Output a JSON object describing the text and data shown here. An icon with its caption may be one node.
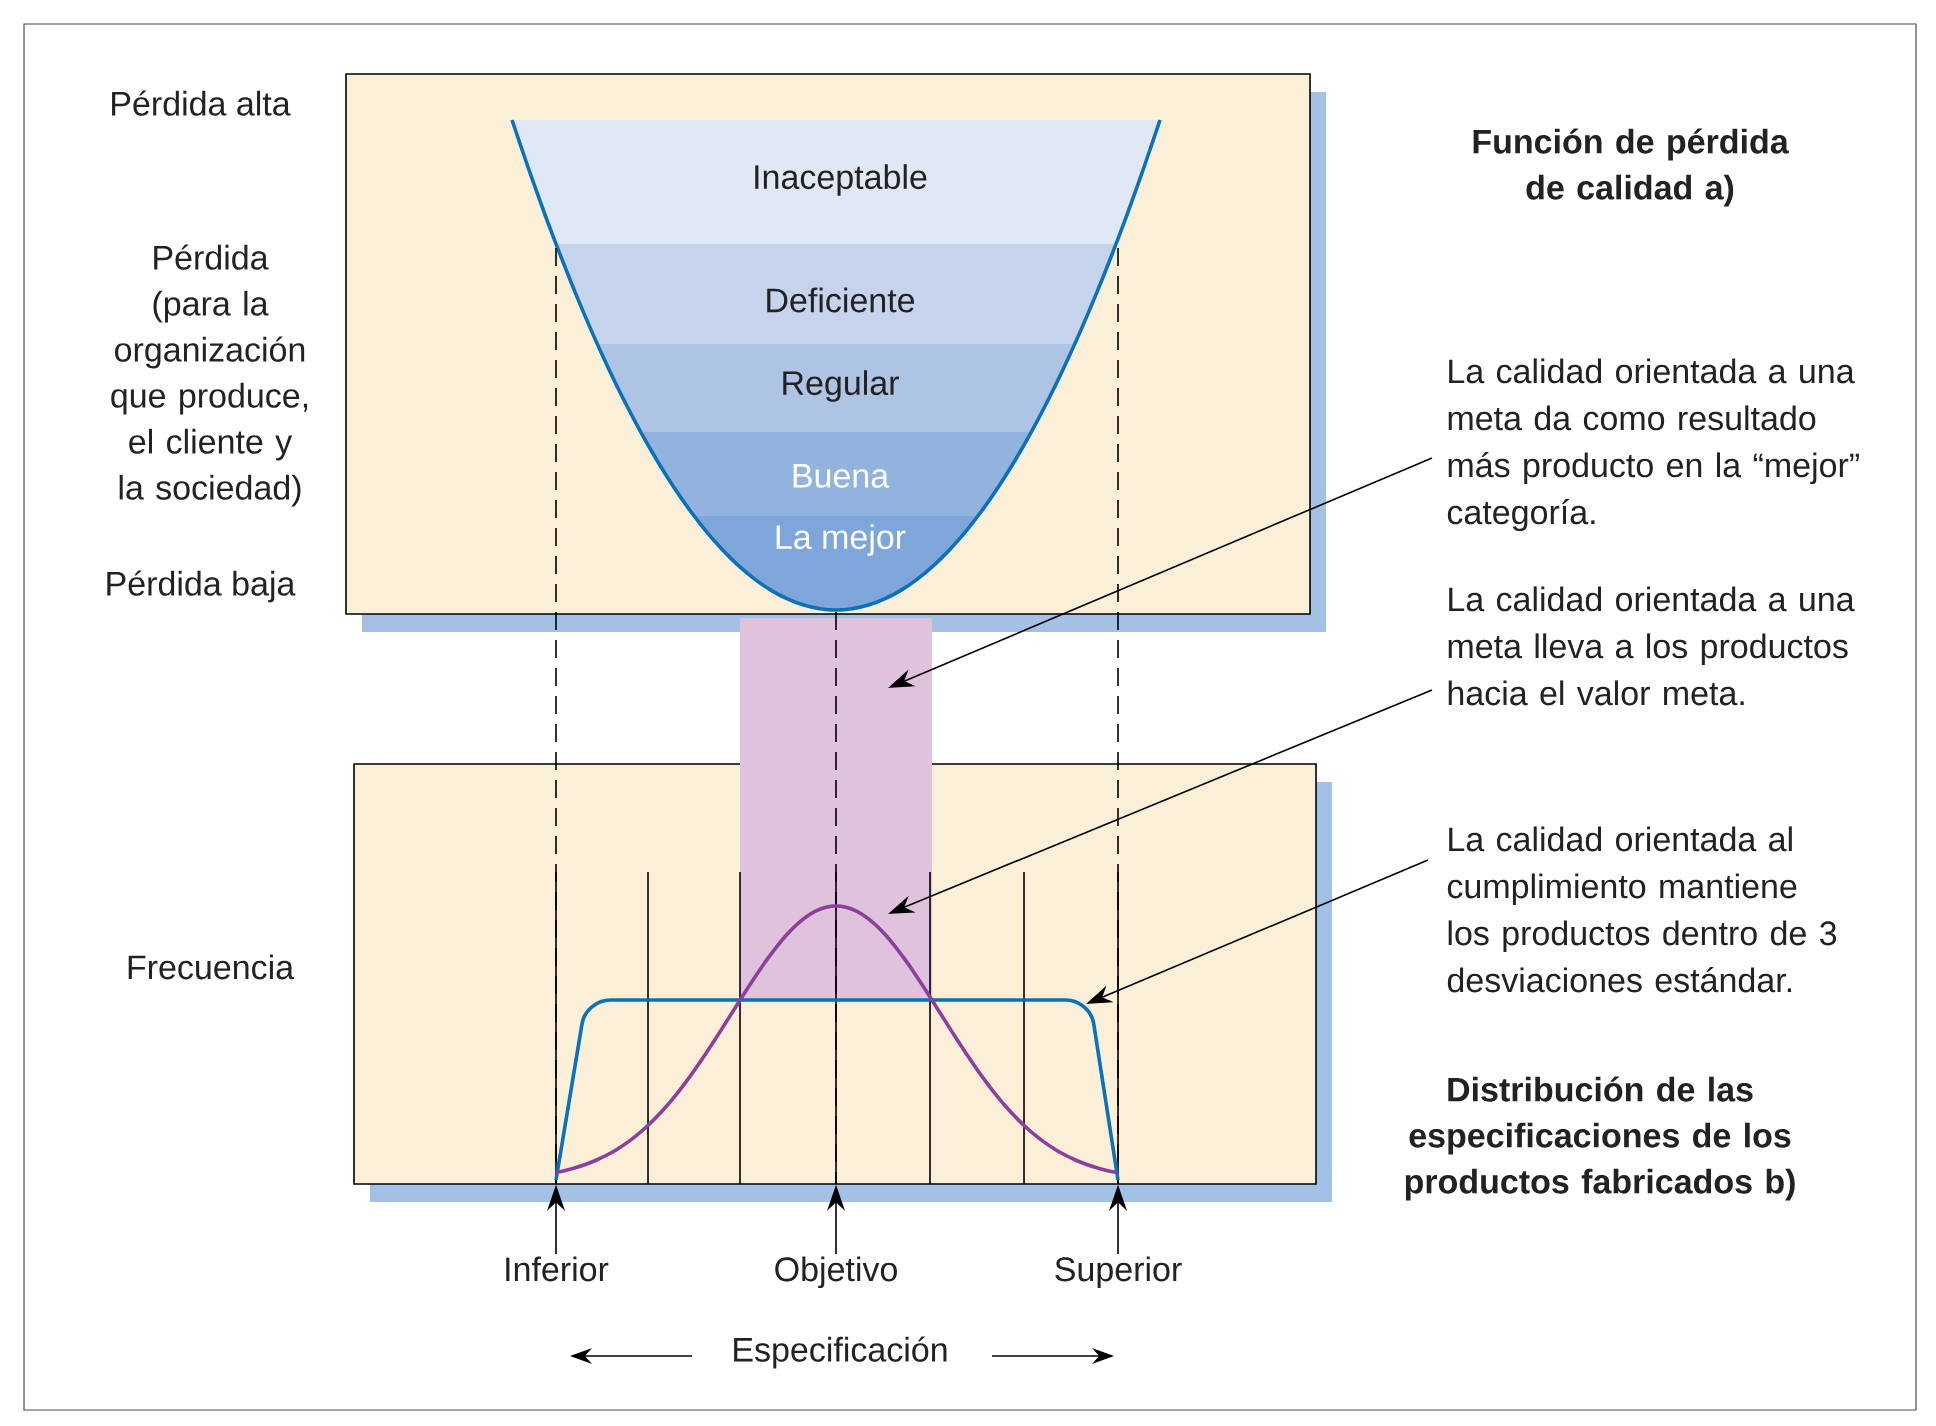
{
  "diagram": {
    "nodes": [
      {
        "text": [],
        "shape": "box"
      },
      {
        "text": [
          "Inaceptable"
        ],
        "in": 0
      },
      {
        "text": [
          "Deficiente"
        ],
        "in": 0
      },
      {
        "text": [
          "Regular"
        ],
        "in": 0
      },
      {
        "text": [
          "Buena"
        ],
        "in": 0
      },
      {
        "text": [
          "La mejor"
        ],
        "in": 0
      },
      {
        "text": [],
        "shape": "box"
      },
      {
        "text": [],
        "shape": "bar"
      },
      {
        "text": [
          "La calidad orientada a una meta da como resultado más producto en la “mejor” categoría."
        ]
      },
      {
        "text": [
          "La calidad orientada a una meta lleva a los productos hacia el valor meta."
        ]
      },
      {
        "text": [
          "La calidad orientada al cumplimiento mantiene los productos dentro de 3 desviaciones estándar."
        ]
      },
      {
        "text": [
          "Inferior"
        ]
      },
      {
        "text": [
          "Objetivo"
        ]
      },
      {
        "text": [
          "Superior"
        ]
      }
    ],
    "edges": [
      {
        "from": 8,
        "to": 7,
        "arrow": "to"
      },
      {
        "from": 9,
        "to": 6,
        "arrow": "to"
      },
      {
        "from": 10,
        "to": 6,
        "arrow": "to"
      },
      {
        "from": 11,
        "to": 6,
        "arrow": "to"
      },
      {
        "from": 12,
        "to": 6,
        "arrow": "to"
      },
      {
        "from": 13,
        "to": 6,
        "arrow": "to"
      }
    ],
    "labels": [
      "Pérdida alta",
      "Función de pérdida de calidad a)",
      "Pérdida (para la organización que produce, el cliente y la sociedad)",
      "Pérdida baja",
      "Frecuencia",
      "Distribución de las especificaciones de los productos fabricados b)",
      "Especificación"
    ]
  }
}
